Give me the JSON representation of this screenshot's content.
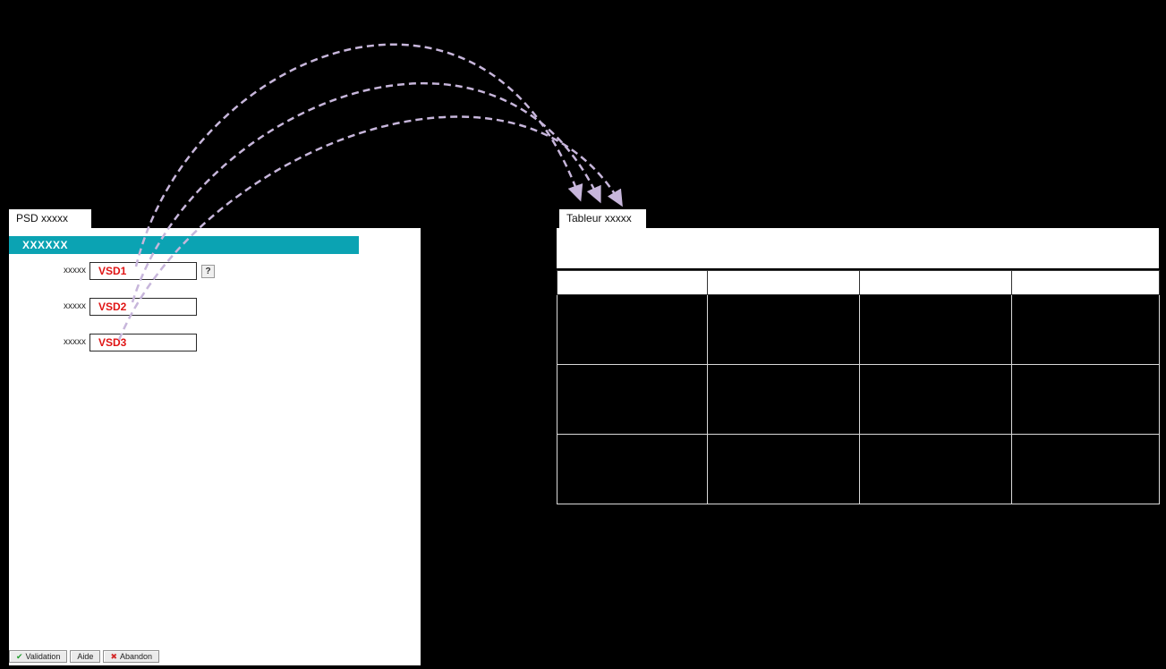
{
  "colors": {
    "background": "#000000",
    "teal_header": "#0ba3b3",
    "field_text_red": "#e01515",
    "arrow_lavender": "#c7b6db",
    "check_green": "#1f9d2c",
    "cross_red": "#d42a2a"
  },
  "left_window": {
    "tab_label": "PSD xxxxx",
    "section_header": "XXXXXX",
    "fields": [
      {
        "label": "xxxxx",
        "value": "VSD1"
      },
      {
        "label": "xxxxx",
        "value": "VSD2"
      },
      {
        "label": "xxxxx",
        "value": "VSD3"
      }
    ],
    "help_button": "?",
    "footer_buttons": {
      "validation": {
        "label": "Validation",
        "icon_glyph": "✔"
      },
      "aide": {
        "label": "Aide"
      },
      "abandon": {
        "label": "Abandon",
        "icon_glyph": "✖"
      }
    }
  },
  "right_window": {
    "tab_label": "Tableur xxxxx",
    "spreadsheet": {
      "columns": 4,
      "header_row_cells": [
        "",
        "",
        "",
        ""
      ],
      "data_rows": [
        [
          "",
          "",
          "",
          ""
        ],
        [
          "",
          "",
          "",
          ""
        ],
        [
          "",
          "",
          "",
          ""
        ]
      ]
    }
  },
  "flow": {
    "style": "dashed-curved-arrows",
    "arrows": [
      {
        "from": "VSD1",
        "to": "Tableur xxxxx"
      },
      {
        "from": "VSD2",
        "to": "Tableur xxxxx"
      },
      {
        "from": "VSD3",
        "to": "Tableur xxxxx"
      }
    ]
  }
}
